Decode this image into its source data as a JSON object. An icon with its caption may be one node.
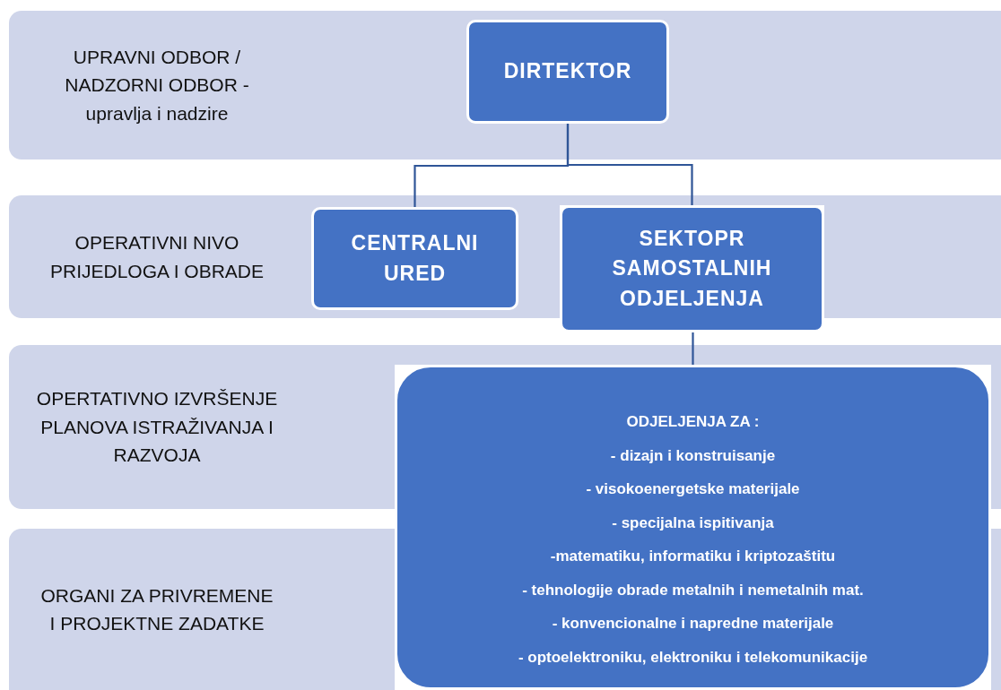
{
  "diagram": {
    "nodes": [
      {
        "text": [
          "UPRAVNI ODBOR / NADZORNI ODBOR - upravlja i nadzire"
        ]
      },
      {
        "text": [
          "DIRTEKTOR"
        ],
        "in": 0
      },
      {
        "text": [
          "OPERATIVNI NIVO PRIJEDLOGA I OBRADE"
        ]
      },
      {
        "text": [
          "CENTRALNI URED"
        ],
        "in": 2
      },
      {
        "text": [
          "SEKTOPR SAMOSTALNIH ODJELJENJA"
        ]
      },
      {
        "text": [
          "OPERTATIVNO IZVRŠENJE PLANOVA ISTRAŽIVANJA I RAZVOJA"
        ]
      },
      {
        "text": [
          "ODJELJENJA  ZA :",
          "- dizajn i konstruisanje",
          "- visokoenergetske materijale",
          "- specijalna ispitivanja",
          "-matematiku, informatiku i kriptozaštitu",
          "- tehnologije obrade metalnih i nemetalnih mat.",
          "- konvencionalne i napredne materijale",
          "- optoelektroniku, elektroniku i telekomunikacije"
        ]
      },
      {
        "text": [
          "ORGANI ZA PRIVREMENE I PROJEKTNE ZADATKE"
        ]
      }
    ],
    "edges": [
      {
        "from": 1,
        "to": 3,
        "arrow": "none"
      },
      {
        "from": 1,
        "to": 4,
        "arrow": "none"
      },
      {
        "from": 4,
        "to": 6,
        "arrow": "none"
      }
    ]
  }
}
